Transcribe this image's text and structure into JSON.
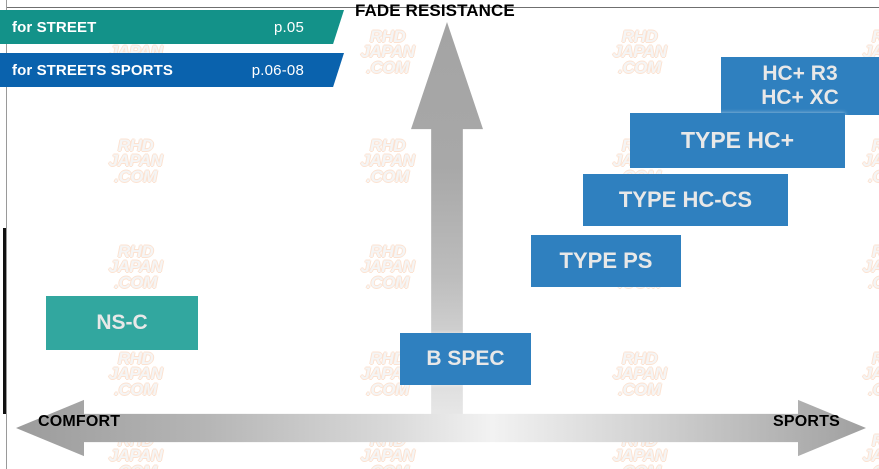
{
  "chart_data": {
    "type": "scatter",
    "title": "FADE RESISTANCE",
    "xlabel": "",
    "ylabel": "FADE RESISTANCE",
    "x_axis": {
      "left_label": "COMFORT",
      "right_label": "SPORTS",
      "type": "bidirectional-arrow"
    },
    "y_axis": {
      "label": "FADE RESISTANCE",
      "direction": "up",
      "type": "arrow"
    },
    "grid": false,
    "legend": "none",
    "series": [
      {
        "name": "for STREET",
        "color": "#32a79f",
        "points": [
          {
            "label": "NS-C",
            "x": 0.14,
            "y": 0.18
          }
        ]
      },
      {
        "name": "for STREETS SPORTS",
        "color": "#2f80bf",
        "points": [
          {
            "label": "B SPEC",
            "x": 0.53,
            "y": 0.1
          },
          {
            "label": "TYPE PS",
            "x": 0.68,
            "y": 0.34
          },
          {
            "label": "TYPE HC-CS",
            "x": 0.78,
            "y": 0.49
          },
          {
            "label": "TYPE HC+",
            "x": 0.84,
            "y": 0.64
          },
          {
            "label": "HC+ R3\nHC+ XC",
            "x": 0.91,
            "y": 0.79
          }
        ]
      }
    ]
  },
  "legend_banners": [
    {
      "label": "for STREET",
      "page": "p.05",
      "color": "#139289"
    },
    {
      "label": "for STREETS SPORTS",
      "page": "p.06-08",
      "color": "#0a62ad"
    }
  ],
  "axes": {
    "vertical_label": "FADE RESISTANCE",
    "horizontal_left": "COMFORT",
    "horizontal_right": "SPORTS"
  },
  "boxes": {
    "hcplus_r3": "HC+ R3\nHC+ XC",
    "type_hcplus": "TYPE HC+",
    "type_hccs": "TYPE HC-CS",
    "type_ps": "TYPE PS",
    "b_spec": "B SPEC",
    "ns_c": "NS-C"
  },
  "watermark": {
    "line1": "RHD",
    "line2": "JAPAN",
    "line3": ".COM"
  },
  "colors": {
    "teal_banner": "#139289",
    "blue_banner": "#0a62ad",
    "box_blue": "#2f80bf",
    "box_teal": "#32a79f",
    "arrow_gray": "#b0b0b0",
    "text_white": "#e8e8e8",
    "text_black": "#000000",
    "background": "#ffffff"
  }
}
